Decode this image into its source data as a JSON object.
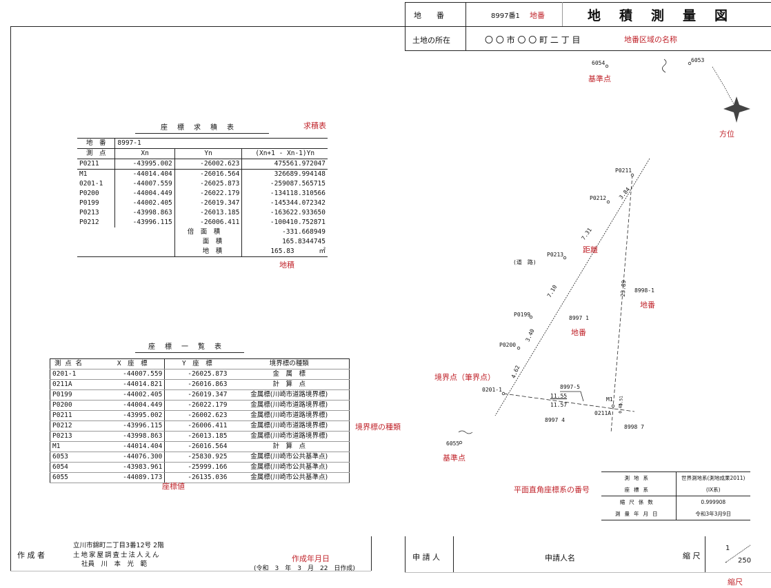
{
  "header": {
    "lot_label": "地　　番",
    "lot_value": "8997番1",
    "location_label": "土地の所在",
    "location_value": "〇 〇 市 〇 〇 町 二 丁 目",
    "title": "地積測量図"
  },
  "annotations": {
    "lot_number": "地番",
    "area_name": "地番区域の名称",
    "benchmark_top": "基準点",
    "bearing": "方位",
    "distance": "距離",
    "lot_right": "地番",
    "lot_center": "地番",
    "boundary_point": "境界点（筆界点）",
    "benchmark_bottom": "基準点",
    "marker_type": "境界標の種類",
    "coordinate_value": "座標値",
    "land_area": "地積",
    "area_table": "求積表",
    "plane_system": "平面直角座標系の番号",
    "creation_date": "作成年月日",
    "scale": "縮尺"
  },
  "area_table": {
    "title": "座標求積表",
    "lot_label": "地　番",
    "lot_value": "8997-1",
    "headers": [
      "測　点",
      "Xn",
      "Yn",
      "(Xn+1 - Xn-1)Yn"
    ],
    "rows": [
      [
        "P0211",
        "-43995.002",
        "-26002.623",
        "475561.972047"
      ],
      [
        "M1",
        "-44014.404",
        "-26016.564",
        "326689.994148"
      ],
      [
        "0201-1",
        "-44007.559",
        "-26025.873",
        "-259087.565715"
      ],
      [
        "P0200",
        "-44004.449",
        "-26022.179",
        "-134118.310566"
      ],
      [
        "P0199",
        "-44002.405",
        "-26019.347",
        "-145344.072342"
      ],
      [
        "P0213",
        "-43998.863",
        "-26013.185",
        "-163622.933650"
      ],
      [
        "P0212",
        "-43996.115",
        "-26006.411",
        "-100410.752871"
      ]
    ],
    "double_area_label": "倍　面　積",
    "double_area": "-331.668949",
    "area_label": "面　積",
    "area": "165.8344745",
    "land_area_label": "地　積",
    "land_area": "165.83",
    "unit": "㎡"
  },
  "coord_table": {
    "title": "座標一覧表",
    "headers": [
      "測 点 名",
      "X　座　標",
      "Y　座　標",
      "境界標の種類"
    ],
    "rows": [
      [
        "0201-1",
        "-44007.559",
        "-26025.873",
        "金　属　標"
      ],
      [
        "0211A",
        "-44014.821",
        "-26016.863",
        "計　算　点"
      ],
      [
        "P0199",
        "-44002.405",
        "-26019.347",
        "金属標(川崎市道路境界標)"
      ],
      [
        "P0200",
        "-44004.449",
        "-26022.179",
        "金属標(川崎市道路境界標)"
      ],
      [
        "P0211",
        "-43995.002",
        "-26002.623",
        "金属標(川崎市道路境界標)"
      ],
      [
        "P0212",
        "-43996.115",
        "-26006.411",
        "金属標(川崎市道路境界標)"
      ],
      [
        "P0213",
        "-43998.863",
        "-26013.185",
        "金属標(川崎市道路境界標)"
      ],
      [
        "M1",
        "-44014.404",
        "-26016.564",
        "計　算　点"
      ],
      [
        "6053",
        "-44076.300",
        "-25830.925",
        "金属標(川崎市公共基準点)"
      ],
      [
        "6054",
        "-43983.961",
        "-25999.166",
        "金属標(川崎市公共基準点)"
      ],
      [
        "6055",
        "-44089.173",
        "-26135.036",
        "金属標(川崎市公共基準点)"
      ]
    ]
  },
  "diagram": {
    "points": {
      "P0211": "P0211",
      "P0212": "P0212",
      "P0213": "P0213",
      "P0199": "P0199",
      "P0200": "P0200",
      "p0201": "0201-1",
      "M1": "M1",
      "p0211A": "0211A",
      "b6053": "6053",
      "b6054": "6054",
      "b6055": "6055"
    },
    "distances": {
      "d1": "3.84",
      "d2": "7.31",
      "d3": "7.10",
      "d4": "3.40",
      "d5": "4.62",
      "d6": "23.89",
      "d7": "11.55",
      "d8": "11.57",
      "d9": "0.51",
      "d10": "0.45"
    },
    "lots": {
      "main": "8997 1",
      "right": "8998-1",
      "l5": "8997-5",
      "l4": "8997 4",
      "l7": "8998 7"
    },
    "road": "(道　路)"
  },
  "info": {
    "rows": [
      [
        "測地系",
        "世界測地系(測地成果2011)"
      ],
      [
        "座標系",
        "(IX系)"
      ],
      [
        "縮尺係数",
        "0.999908"
      ],
      [
        "測量年月日",
        "令和3年3月9日"
      ]
    ]
  },
  "footer": {
    "creator_label": "作 成 者",
    "address": "立川市錦町二丁目3番12号 2階",
    "company": "土地家屋調査士法人えん",
    "staff": "社員　川　本　光　範",
    "date": "(令和　3　年　3　月　22　日作成)",
    "applicant_label": "申 請 人",
    "applicant_name": "申請人名",
    "scale_label": "縮 尺",
    "scale_num": "1",
    "scale_den": "250"
  }
}
